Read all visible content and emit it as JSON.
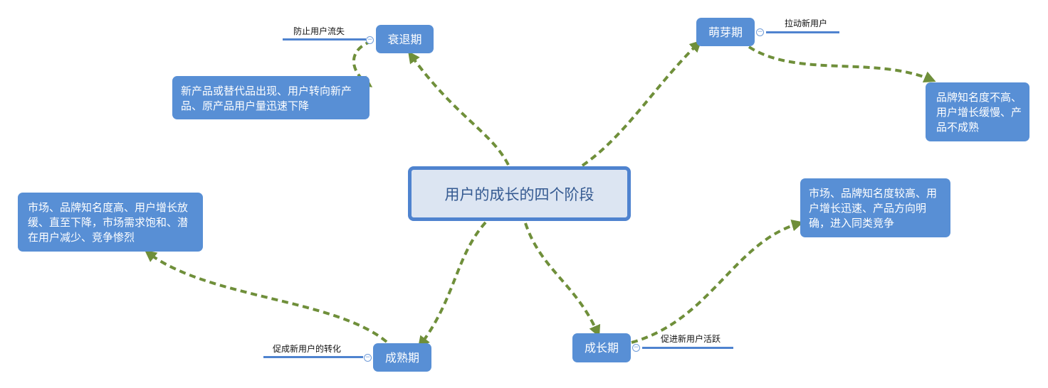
{
  "central_topic": "用户的成长的四个阶段",
  "stages": {
    "sprout": {
      "label": "萌芽期",
      "goal": "拉动新用户",
      "description": "品牌知名度不高、用户增长缓慢、产品不成熟"
    },
    "growth": {
      "label": "成长期",
      "goal": "促进新用户活跃",
      "description": "市场、品牌知名度较高、用户增长迅速、产品方向明确，进入同类竞争"
    },
    "mature": {
      "label": "成熟期",
      "goal": "促成新用户的转化",
      "description": "市场、品牌知名度高、用户增长放缓、直至下降，市场需求饱和、潜在用户减少、竞争惨烈"
    },
    "decline": {
      "label": "衰退期",
      "goal": "防止用户流失",
      "description": "新产品或替代品出现、用户转向新产品、原产品用户量迅速下降"
    }
  },
  "collapse_glyph": "−",
  "colors": {
    "node_fill": "#588fd5",
    "center_fill": "#dce5f2",
    "center_border": "#4f83cf",
    "connector": "#6f8f3a"
  }
}
